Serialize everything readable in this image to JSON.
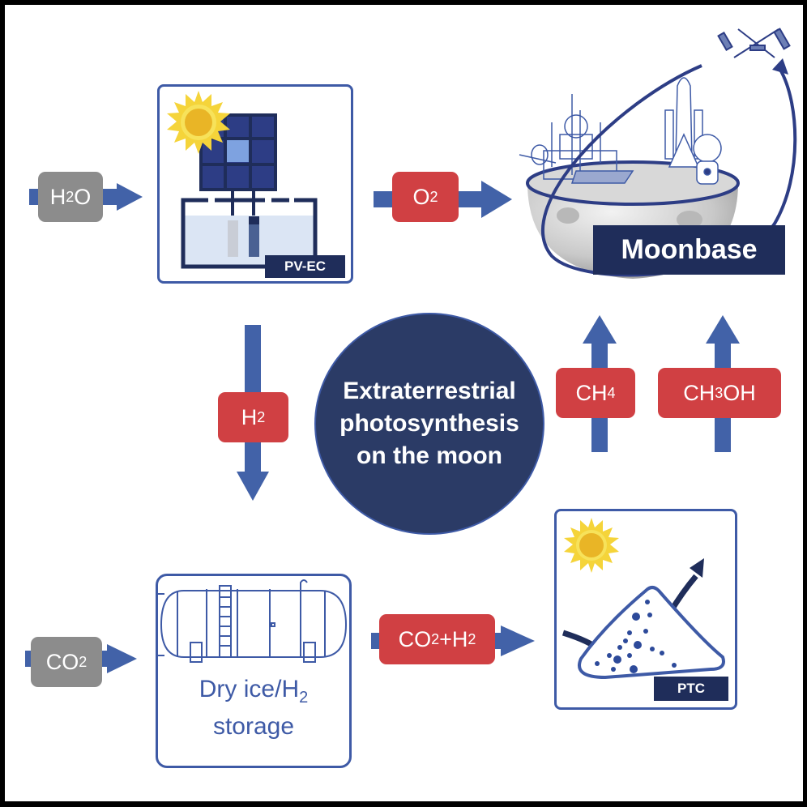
{
  "title": "Extraterrestrial photosynthesis on the moon",
  "center": {
    "line1": "Extraterrestrial",
    "line2": "photosynthesis",
    "line3": "on the moon"
  },
  "inputs": {
    "h2o": {
      "main": "H",
      "sub": "2",
      "tail": "O"
    },
    "co2": {
      "main": "CO",
      "sub": "2",
      "tail": ""
    }
  },
  "flows": {
    "o2": {
      "main": "O",
      "sub": "2",
      "tail": ""
    },
    "h2": {
      "main": "H",
      "sub": "2",
      "tail": ""
    },
    "ch4": {
      "main": "CH",
      "sub": "4",
      "tail": ""
    },
    "ch3oh": {
      "main": "CH",
      "sub": "3",
      "tail": "OH"
    },
    "co2_h2": {
      "main": "CO",
      "sub": "2",
      "mid": "+H",
      "sub2": "2"
    }
  },
  "units": {
    "pvec": "PV-EC",
    "moonbase": "Moonbase",
    "ptc": "PTC",
    "storage_line1_main": "Dry ice/H",
    "storage_line1_sub": "2",
    "storage_line2": "storage"
  },
  "icons": [
    "sun-icon",
    "solar-panel-icon",
    "electrolyzer-icon",
    "moonbase-illustration",
    "space-station-icon",
    "storage-tank-icon",
    "catalyst-pile-icon"
  ],
  "colors": {
    "arrow_blue": "#4262a8",
    "navy": "#2b3b66",
    "red_badge": "#d04043",
    "gray_badge": "#8c8c8c",
    "box_border": "#3e5aa6",
    "sun_outer": "#f5d43a",
    "sun_inner": "#e9b526"
  }
}
